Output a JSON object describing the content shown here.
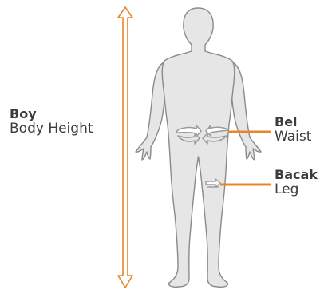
{
  "labels": {
    "height": {
      "tr": "Boy",
      "en": "Body Height"
    },
    "waist": {
      "tr": "Bel",
      "en": "Waist"
    },
    "leg": {
      "tr": "Bacak",
      "en": "Leg"
    }
  },
  "colors": {
    "accent": "#e8852a",
    "body_fill": "#e6e6e6",
    "body_stroke": "#8a8a8a",
    "measure_arrow": "#9a9a9a",
    "text": "#3c3c3c"
  }
}
